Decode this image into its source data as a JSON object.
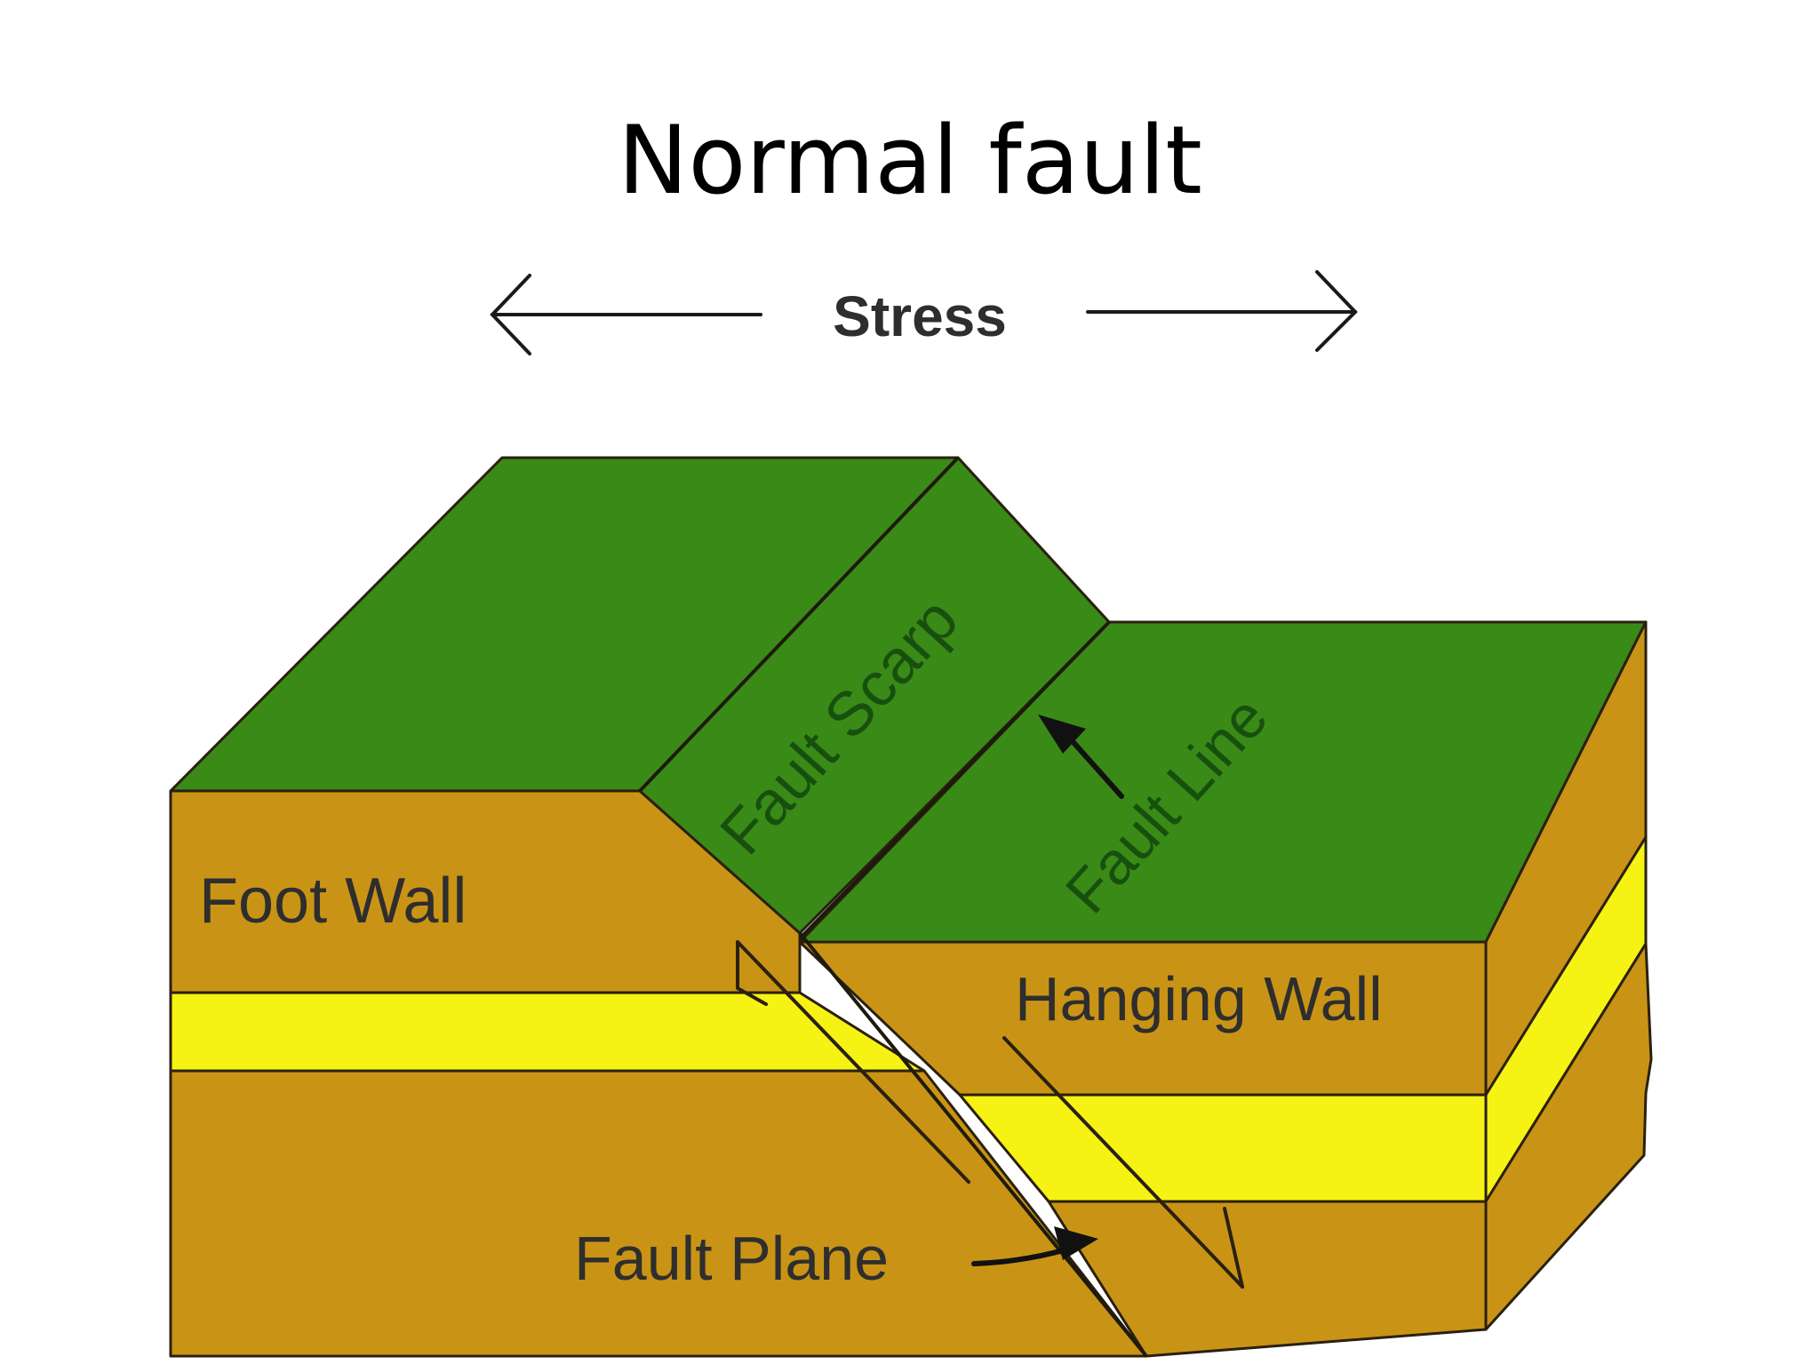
{
  "slide": {
    "title": "Normal fault"
  },
  "diagram": {
    "stress_label": "Stress",
    "labels": {
      "foot_wall": "Foot Wall",
      "hanging_wall": "Hanging Wall",
      "fault_scarp": "Fault Scarp",
      "fault_line": "Fault Line",
      "fault_plane": "Fault Plane"
    },
    "colors": {
      "surface_green": "#3a8a18",
      "rock_ochre": "#c99415",
      "sand_yellow": "#f6f214",
      "label_dark": "#2e2e2e",
      "label_green": "#17500e"
    }
  }
}
